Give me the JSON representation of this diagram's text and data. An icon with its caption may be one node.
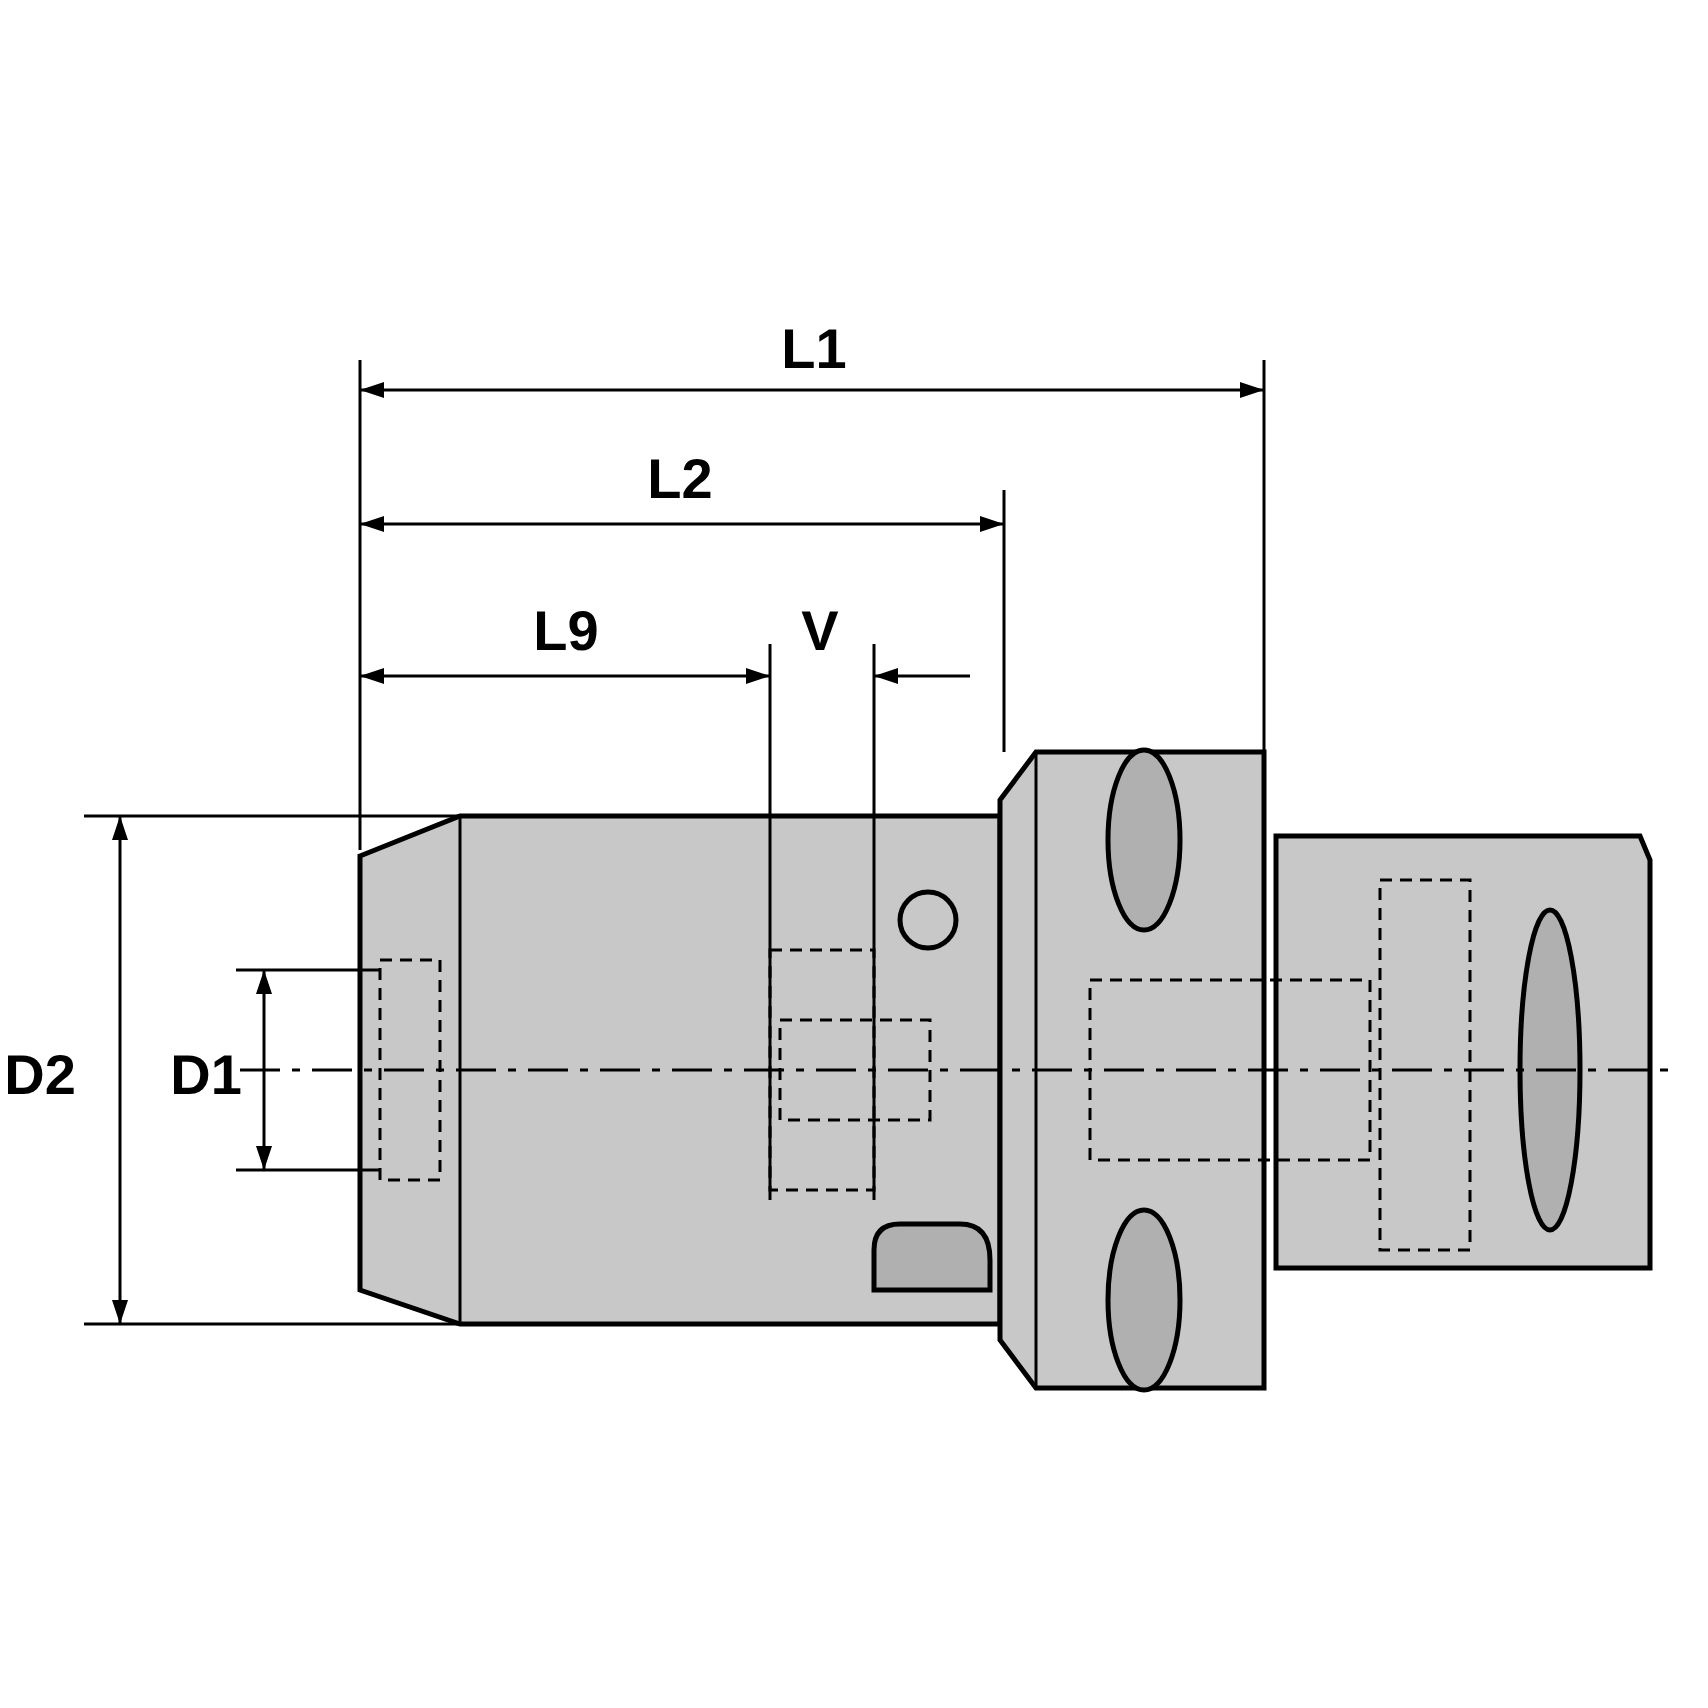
{
  "diagram": {
    "labels": [
      "L1",
      "L2",
      "L9",
      "V",
      "D2",
      "D1"
    ]
  }
}
